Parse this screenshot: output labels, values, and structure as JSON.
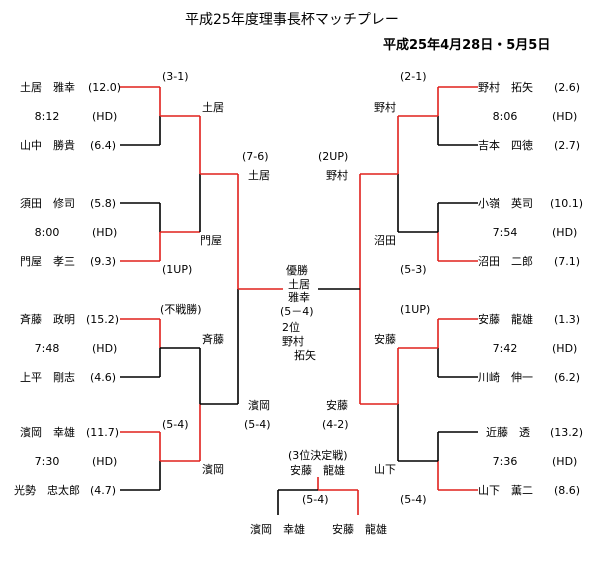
{
  "title": "平成25年度理事長杯マッチプレー",
  "dates": "平成25年4月28日・5月5日",
  "players": {
    "L1": {
      "name": "土居　雅幸",
      "hc": "(12.0)"
    },
    "L2": {
      "name": "山中　勝貴",
      "hc": "(6.4)"
    },
    "L3": {
      "name": "須田　修司",
      "hc": "(5.8)"
    },
    "L4": {
      "name": "門屋　孝三",
      "hc": "(9.3)"
    },
    "L5": {
      "name": "斉藤　政明",
      "hc": "(15.2)"
    },
    "L6": {
      "name": "上平　剛志",
      "hc": "(4.6)"
    },
    "L7": {
      "name": "濱岡　幸雄",
      "hc": "(11.7)"
    },
    "L8": {
      "name": "光勢　忠太郎",
      "hc": "(4.7)"
    },
    "R1": {
      "name": "野村　拓矢",
      "hc": "(2.6)"
    },
    "R2": {
      "name": "吉本　四徳",
      "hc": "(2.7)"
    },
    "R3": {
      "name": "小嶺　英司",
      "hc": "(10.1)"
    },
    "R4": {
      "name": "沼田　二郎",
      "hc": "(7.1)"
    },
    "R5": {
      "name": "安藤　龍雄",
      "hc": "(1.3)"
    },
    "R6": {
      "name": "川崎　伸一",
      "hc": "(6.2)"
    },
    "R7": {
      "name": "近藤　透",
      "hc": "(13.2)"
    },
    "R8": {
      "name": "山下　薫二",
      "hc": "(8.6)"
    }
  },
  "tee_times": {
    "L1": "8:12",
    "L2": "8:00",
    "L3": "7:48",
    "L4": "7:30",
    "R1": "8:06",
    "R2": "7:54",
    "R3": "7:42",
    "R4": "7:36"
  },
  "hd_label": "(HD)",
  "r1_results": {
    "L1": "(3-1)",
    "L2": "(1UP)",
    "L3": "(不戦勝)",
    "L4": "(5-4)",
    "R1": "(2-1)",
    "R2": "(5-3)",
    "R3": "(1UP)",
    "R4": "(5-4)"
  },
  "r1_winners": {
    "L1": "土居",
    "L2": "門屋",
    "L3": "斉藤",
    "L4": "濱岡",
    "R1": "野村",
    "R2": "沼田",
    "R3": "安藤",
    "R4": "山下"
  },
  "sf": {
    "L_top_score": "(7-6)",
    "L_top_winner": "土居",
    "L_bot_winner": "濱岡",
    "L_bot_score": "(5-4)",
    "R_top_score": "(2UP)",
    "R_top_winner": "野村",
    "R_bot_winner": "安藤",
    "R_bot_score": "(4-2)"
  },
  "final": {
    "label": "優勝",
    "winner_line1": "土居",
    "winner_line2": "雅幸",
    "score": "(5－4)",
    "runner_label": "2位",
    "runner_line1": "野村",
    "runner_line2": "拓矢"
  },
  "third": {
    "label": "(3位決定戦)",
    "winner": "安藤　龍雄",
    "score": "(5-4)",
    "left": "濱岡　幸雄",
    "right": "安藤　龍雄"
  },
  "colors": {
    "win": "#e0201c",
    "line": "#000000"
  }
}
